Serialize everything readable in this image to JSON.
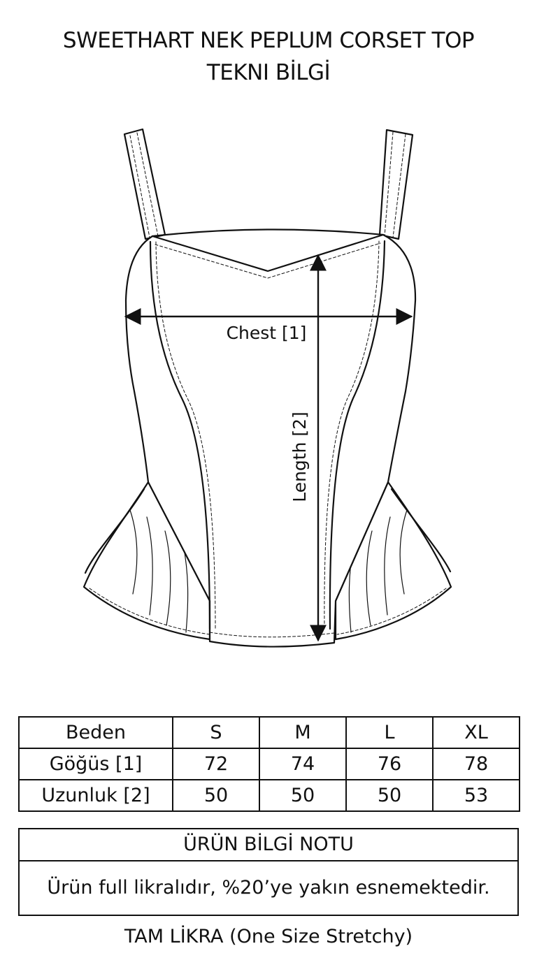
{
  "header": {
    "title_line1": "SWEETHART NEK PEPLUM CORSET TOP",
    "title_line2": "TEKNI BİLGİ"
  },
  "drawing": {
    "chest_label": "Chest [1]",
    "length_label": "Length [2]"
  },
  "size_table": {
    "header": [
      "Beden",
      "S",
      "M",
      "L",
      "XL"
    ],
    "rows": [
      [
        "Göğüs [1]",
        "72",
        "74",
        "76",
        "78"
      ],
      [
        "Uzunluk [2]",
        "50",
        "50",
        "50",
        "53"
      ]
    ]
  },
  "note": {
    "heading": "ÜRÜN BİLGİ NOTU",
    "body": "Ürün full likralıdır, %20’ye yakın esnemektedir."
  },
  "footer": {
    "text": "TAM LİKRA (One Size Stretchy)"
  },
  "colors": {
    "ink": "#111111",
    "background": "#ffffff"
  }
}
